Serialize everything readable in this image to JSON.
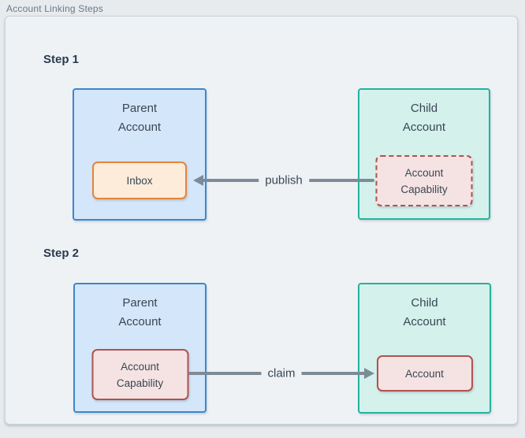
{
  "title": "Account Linking Steps",
  "colors": {
    "page_bg": "#e7ebee",
    "canvas_bg": "#eef2f5",
    "canvas_border": "#c8d2da",
    "title_text": "#68798b",
    "step_text": "#2b3a4d",
    "node_text": "#3a4654",
    "arrow": "#7d8b99",
    "blue_fill": "#d4e6f9",
    "blue_border": "#3d87cc",
    "teal_fill": "#d4f1ec",
    "teal_border": "#25b29e",
    "orange_fill": "#fcecd9",
    "orange_border": "#e8833c",
    "pink_fill": "#f5e3e3",
    "pink_border": "#b0534d"
  },
  "steps": [
    {
      "label": "Step 1",
      "parent": {
        "title": "Parent\nAccount",
        "inner": "Inbox"
      },
      "child": {
        "title": "Child\nAccount",
        "inner": "Account\nCapability"
      },
      "arrow": {
        "label": "publish",
        "direction": "left"
      }
    },
    {
      "label": "Step 2",
      "parent": {
        "title": "Parent\nAccount",
        "inner": "Account\nCapability"
      },
      "child": {
        "title": "Child\nAccount",
        "inner": "Account"
      },
      "arrow": {
        "label": "claim",
        "direction": "right"
      }
    }
  ]
}
